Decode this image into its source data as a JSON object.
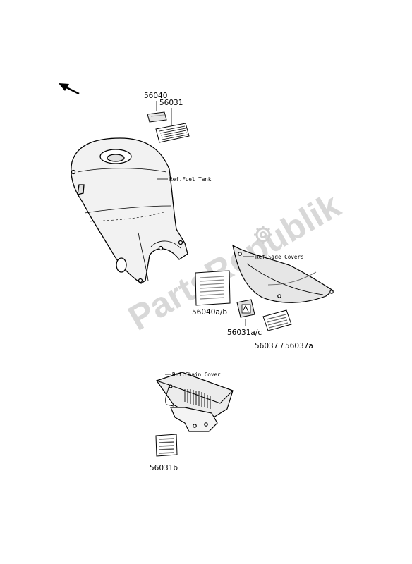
{
  "watermark": {
    "text": "PartsRepublik"
  },
  "refs": {
    "fuel_tank": "Ref.Fuel Tank",
    "side_covers": "Ref.Side Covers",
    "chain_cover": "Ref.Chain Cover"
  },
  "parts": {
    "p56040": "56040",
    "p56031": "56031",
    "p56040ab": "56040a/b",
    "p56031ac": "56031a/c",
    "p56037": "56037",
    "slash": "/",
    "p56037a": "56037a",
    "p56031b": "56031b"
  },
  "icons": {
    "direction": "arrow-front-icon",
    "watermark_logo": "gear-icon"
  }
}
